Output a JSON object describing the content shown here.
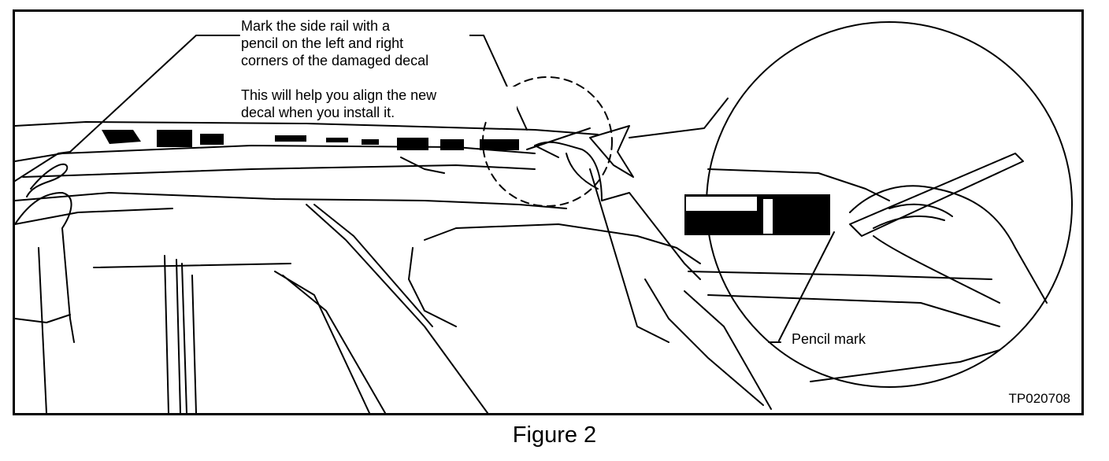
{
  "figure": {
    "callout_mark_lines": [
      "Mark the side rail with a",
      "pencil on the left and right",
      "corners of the damaged decal"
    ],
    "callout_align_lines": [
      "This will help you align the new",
      "decal when you install it."
    ],
    "pencil_mark_label": "Pencil mark",
    "figure_code": "TP020708",
    "caption": "Figure 2"
  }
}
